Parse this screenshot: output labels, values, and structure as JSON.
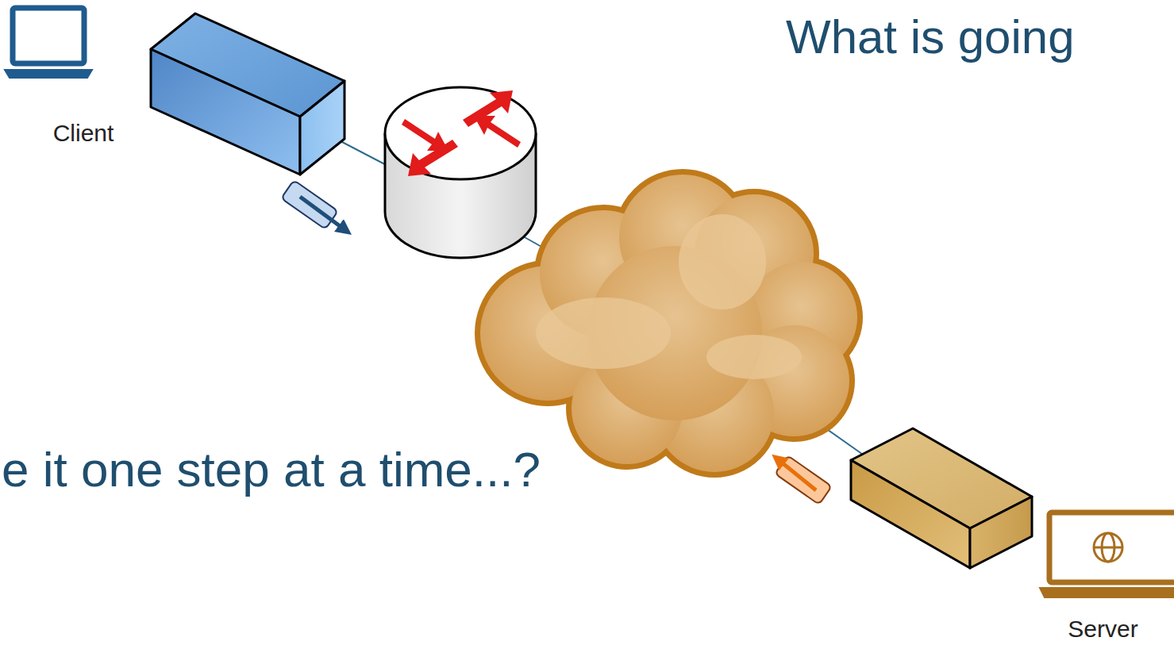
{
  "diagram": {
    "title": "What is going",
    "nodes": [
      {
        "text": [
          "Client"
        ]
      },
      {
        "text": [
          "Server"
        ]
      }
    ],
    "labels": [
      "e it one step at a time...?"
    ]
  }
}
